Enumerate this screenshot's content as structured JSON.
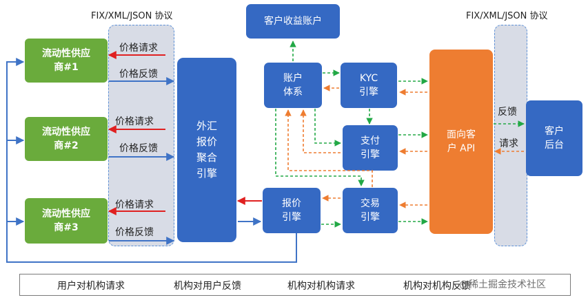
{
  "headers": {
    "left_protocol": "FIX/XML/JSON 协议",
    "right_protocol": "FIX/XML/JSON 协议"
  },
  "providers": [
    {
      "label": "流动性供应\n商#1",
      "request": "价格请求",
      "feedback": "价格反馈"
    },
    {
      "label": "流动性供应\n商#2",
      "request": "价格请求",
      "feedback": "价格反馈"
    },
    {
      "label": "流动性供应\n商#3",
      "request": "价格请求",
      "feedback": "价格反馈"
    }
  ],
  "nodes": {
    "aggregation": "外汇\n报价\n聚合\n引擎",
    "customer_income": "客户收益账户",
    "account_system": "账户\n体系",
    "kyc": "KYC\n引擎",
    "payment": "支付\n引擎",
    "quote": "报价\n引擎",
    "trade": "交易\n引擎",
    "customer_api": "面向客\n户 API",
    "client_backend": "客户\n后台"
  },
  "right_labels": {
    "feedback": "反馈",
    "request": "请求"
  },
  "legend": {
    "user_request": "用户对机构请求",
    "inst_feedback": "机构对用户反馈",
    "inst_request": "机构对机构请求",
    "inst_inst_feedback": "机构对机构反馈"
  },
  "colors": {
    "green_node": "#6aab3c",
    "blue_node": "#3569c3",
    "orange_node": "#ee7d31",
    "band": "#d8dce6",
    "arrow_orange": "#ee7d31",
    "arrow_green": "#22a845",
    "arrow_red": "#e02020",
    "arrow_blue": "#3f73c6"
  },
  "watermark": "@稀土掘金技术社区"
}
